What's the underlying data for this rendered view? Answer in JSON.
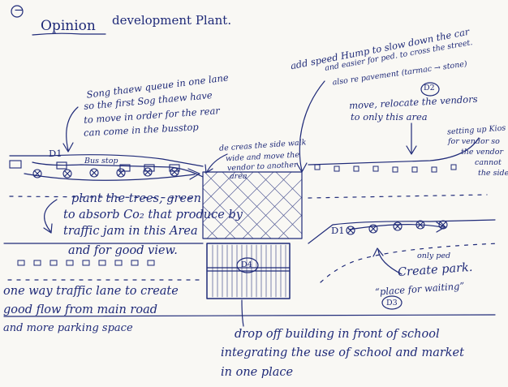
{
  "title": {
    "marker": "−",
    "word1": "Opinion",
    "word2": "development Plant."
  },
  "notes": {
    "songthaew_queue": [
      "Song thaew queue in one lane",
      "so the first Sog thaew have",
      "to move in order for the rear",
      "can come in the busstop"
    ],
    "speed_hump": [
      "add speed Hump to slow down the car",
      "and easier for ped. to cross the street.",
      "also re pavement (tarmac → stone)"
    ],
    "relocate": [
      "move, relocate the vendors",
      "to only this area"
    ],
    "setting_up": [
      "setting up Kios",
      "for vendor so",
      "the vendor",
      "cannot",
      "the side"
    ],
    "sidewalk": [
      "de creas the side walk",
      "wide and move the",
      "vendor to another",
      "area"
    ],
    "bus_stop": "Bus stop",
    "trees": [
      "plant the trees, green",
      "to absorb Co₂ that produce by",
      "traffic jam in this Area",
      "and for good view."
    ],
    "one_way": [
      "one way traffic lane to create",
      "good flow from main road",
      "and more parking space"
    ],
    "drop_off": [
      "drop off building in front of school",
      "integrating the use of school and market",
      "in one place"
    ],
    "park": [
      "only ped",
      "Create park.",
      "“place for waiting”"
    ]
  },
  "markers": {
    "d1_left": "D1",
    "d1_right": "D1",
    "d2": "D2",
    "d3": "D3",
    "d4": "D4"
  },
  "colors": {
    "ink": "#1f2a78",
    "paper": "#f9f8f4",
    "shadow": "#c9c6bd"
  }
}
